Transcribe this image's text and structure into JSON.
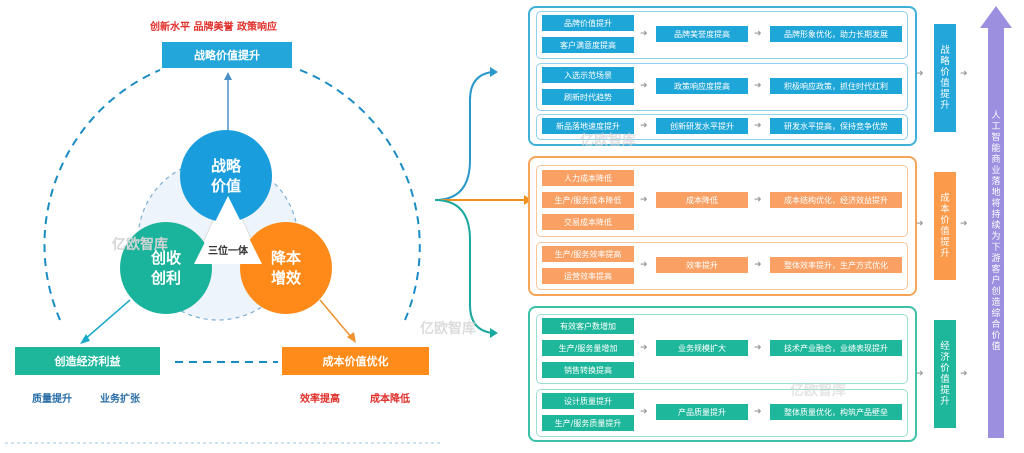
{
  "left": {
    "top_labels": "创新水平  品牌美誉  政策响应",
    "top_box": "战略价值提升",
    "circles": {
      "strategy": {
        "line1": "战略",
        "line2": "价值"
      },
      "revenue": {
        "line1": "创收",
        "line2": "创利"
      },
      "cost": {
        "line1": "降本",
        "line2": "增效"
      }
    },
    "triangle_label": "三位一体",
    "left_box": "创造经济利益",
    "left_labels": [
      "质量提升",
      "业务扩张"
    ],
    "right_box": "成本价值优化",
    "right_labels": [
      "效率提高",
      "成本降低"
    ]
  },
  "panels": {
    "strategy": {
      "rows": [
        {
          "inputs": [
            "品牌价值提升",
            "客户满意度提高"
          ],
          "mid": "品牌美誉度提高",
          "result": "品牌形象优化，助力长期发展"
        },
        {
          "inputs": [
            "入选示范场景",
            "刷新时代趋势"
          ],
          "mid": "政策响应度提高",
          "result": "积极响应政策，抓住时代红利"
        },
        {
          "inputs": [
            "新品落地速度提升"
          ],
          "mid": "创新研发水平提升",
          "result": "研发水平提高，保持竞争优势"
        }
      ],
      "label": "战略价值提升"
    },
    "cost": {
      "rows": [
        {
          "inputs": [
            "人力成本降低",
            "生产/服务成本降低",
            "交易成本降低"
          ],
          "mid": "成本降低",
          "result": "成本结构优化，经济效益提升"
        },
        {
          "inputs": [
            "生产/服务效率提高",
            "运营效率提高"
          ],
          "mid": "效率提升",
          "result": "整体效率提升，生产方式优化"
        }
      ],
      "label": "成本价值提升"
    },
    "economic": {
      "rows": [
        {
          "inputs": [
            "有效客户数增加",
            "生产/服务量增加",
            "销售转换提高"
          ],
          "mid": "业务规模扩大",
          "result": "技术产业融合，业绩表现提升"
        },
        {
          "inputs": [
            "设计质量提升",
            "生产/服务质量提升"
          ],
          "mid": "产品质量提升",
          "result": "整体质量优化，构筑产品壁垒"
        }
      ],
      "label": "经济价值提升"
    }
  },
  "final_label": "人工智能商业落地将持续为下游客户创造综合价值",
  "watermark": "亿欧智库",
  "colors": {
    "blue": "#1fa6d8",
    "green": "#1fb79b",
    "orange": "#ff8c1a",
    "purple": "#9d8fe0"
  }
}
